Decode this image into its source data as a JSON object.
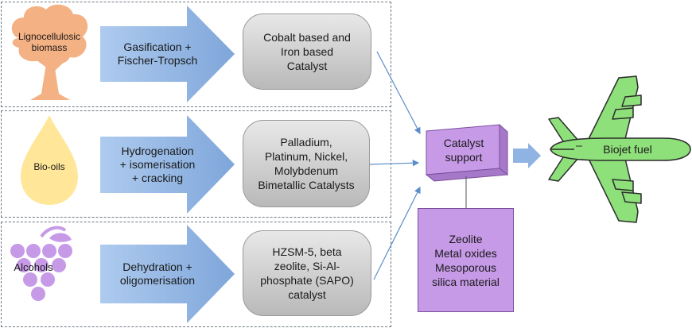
{
  "rows": [
    {
      "source": "Lignocellulosic\nbiomass",
      "process": "Gasification +\nFischer-Tropsch",
      "catalyst": "Cobalt based and\nIron based\nCatalyst"
    },
    {
      "source": "Bio-oils",
      "process": "Hydrogenation\n+ isomerisation\n+ cracking",
      "catalyst": "Palladium,\nPlatinum, Nickel,\nMolybdenum\nBimetallic Catalysts"
    },
    {
      "source": "Alcohols",
      "process": "Dehydration +\noligomerisation",
      "catalyst": "HZSM-5, beta\nzeolite, Si-Al-\nphosphate (SAPO)\ncatalyst"
    }
  ],
  "support": {
    "label": "Catalyst\nsupport",
    "materials": "Zeolite\nMetal oxides\nMesoporous\nsilica material"
  },
  "output": {
    "label": "Biojet fuel"
  },
  "colors": {
    "blue_arrow": "#8fb3e2",
    "pill_grey": "#c8c8c8",
    "purple": "#c79ae8",
    "plane_green": "#8ee07a",
    "tree_orange": "#f4b183",
    "drop_yellow": "#ffe699",
    "grape_purple": "#c79ae8"
  },
  "icons": [
    "tree-icon",
    "oil-drop-icon",
    "grapes-icon",
    "airplane-icon"
  ]
}
